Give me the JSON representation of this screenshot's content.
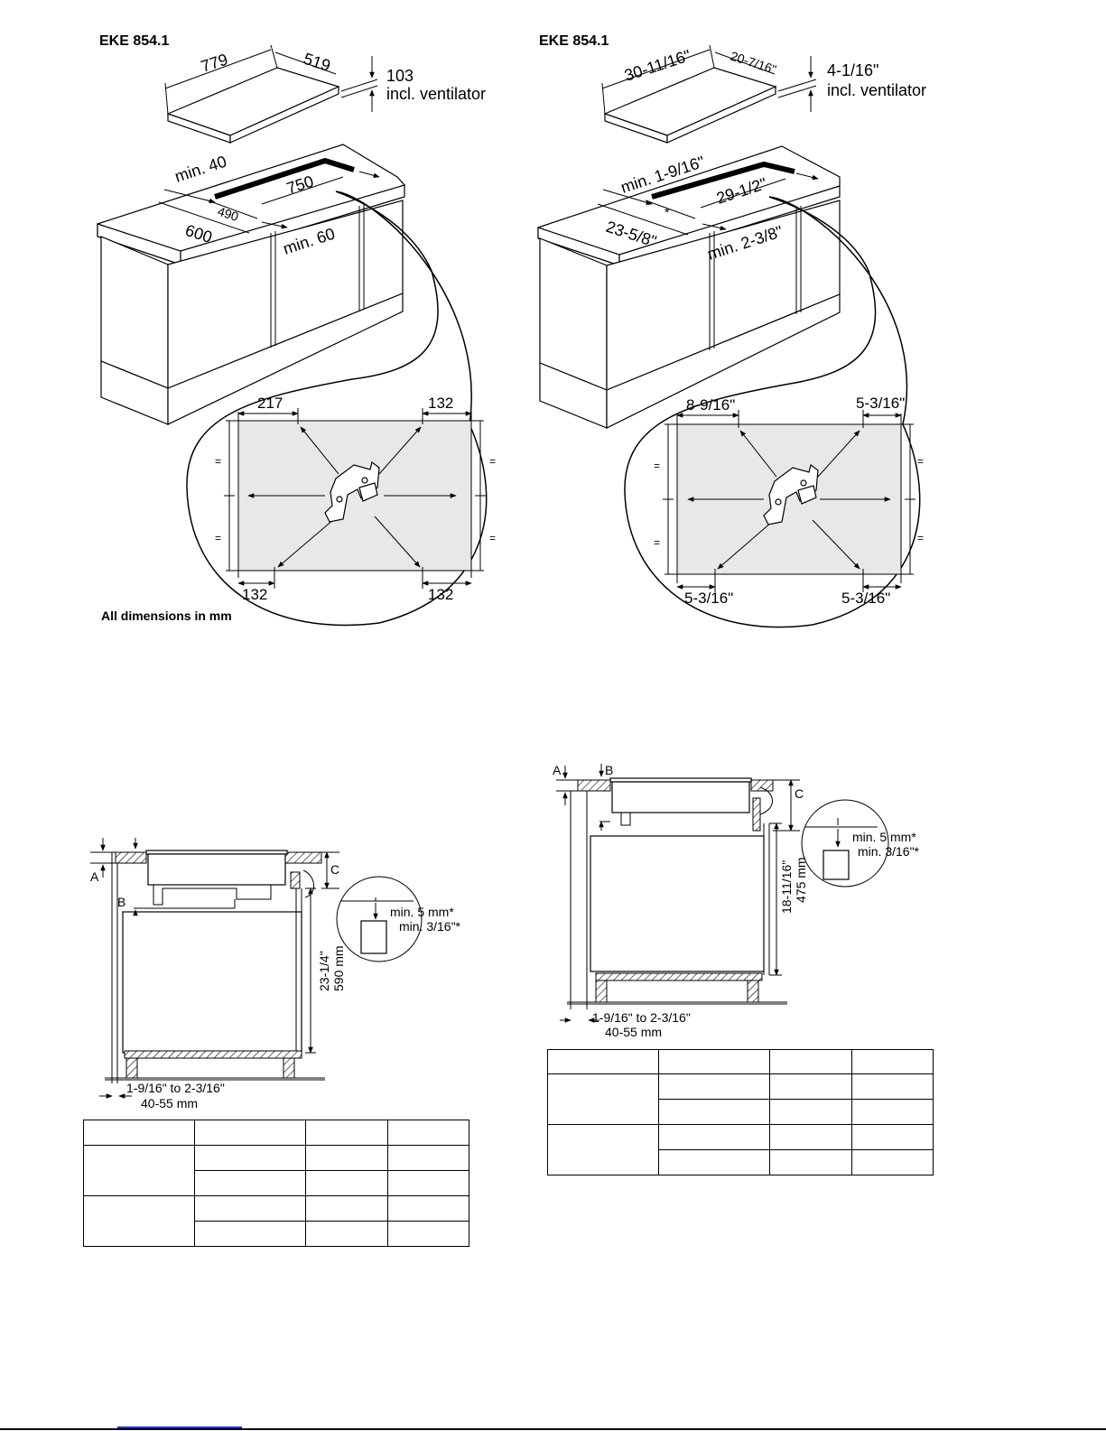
{
  "metric_panel": {
    "title": "EKE 854.1",
    "hob_width": "779",
    "hob_depth": "519",
    "hob_height": "103",
    "hob_height_note": "incl. ventilator",
    "cutout_min_rear": "min. 40",
    "cutout_width": "750",
    "cutout_depth": "490",
    "worktop_depth": "600",
    "cutout_min_front": "min. 60",
    "detail_top_left": "217",
    "detail_top_right": "132",
    "detail_bottom_left": "132",
    "detail_bottom_right": "132",
    "equal_mark": "=",
    "footnote": "All dimensions in mm"
  },
  "imperial_panel": {
    "title": "EKE 854.1",
    "hob_width": "30-11/16\"",
    "hob_depth": "20-7/16\"",
    "hob_height": "4-1/16\"",
    "hob_height_note": "incl. ventilator",
    "cutout_min_rear": "min. 1-9/16\"",
    "cutout_width": "29-1/2\"",
    "cutout_depth_mark": "*",
    "worktop_depth": "23-5/8\"",
    "cutout_min_front": "min. 2-3/8\"",
    "detail_top_left": "8-9/16\"",
    "detail_top_right": "5-3/16\"",
    "detail_bottom_left": "5-3/16\"",
    "detail_bottom_right": "5-3/16\"",
    "equal_mark": "="
  },
  "section_left": {
    "label_a": "A",
    "label_b": "B",
    "label_c": "C",
    "gap_mm": "min. 5 mm*",
    "gap_in": "min. 3/16\"*",
    "height_in": "23-1/4\"",
    "height_mm": "590 mm",
    "offset_in": "1-9/16\" to 2-3/16\"",
    "offset_mm": "40-55 mm"
  },
  "section_right": {
    "label_a": "A",
    "label_b": "B",
    "label_c": "C",
    "gap_mm": "min. 5 mm*",
    "gap_in": "min. 3/16\"*",
    "height_in": "18-11/16\"",
    "height_mm": "475 mm",
    "offset_in": "1-9/16\" to 2-3/16\"",
    "offset_mm": "40-55 mm"
  }
}
